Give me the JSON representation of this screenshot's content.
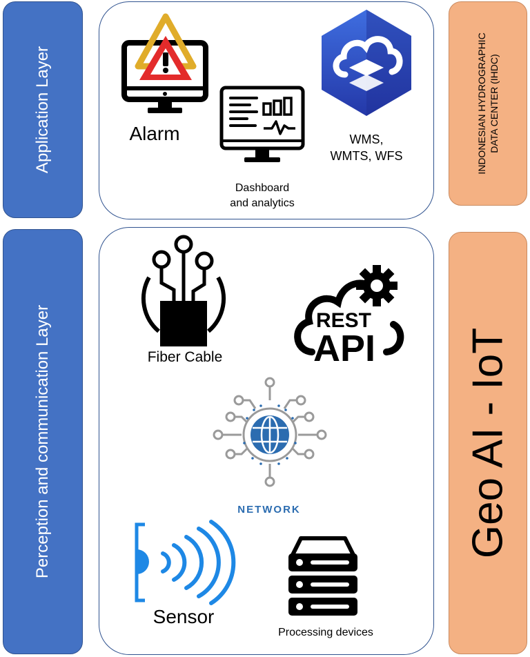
{
  "layers": {
    "application": "Application Layer",
    "perception": "Perception and communication Layer"
  },
  "side": {
    "ihdc_line1": "INDONESIAN HYDROGRAPHIC",
    "ihdc_line2": "DATA CENTER (IHDC)",
    "geo": "Geo AI - IoT"
  },
  "app_items": {
    "alarm": "Alarm",
    "dashboard_line1": "Dashboard",
    "dashboard_line2": "and analytics",
    "wms_line1": "WMS,",
    "wms_line2": "WMTS, WFS"
  },
  "perception_items": {
    "fiber": "Fiber Cable",
    "rest_top": "REST",
    "rest_bottom": "API",
    "network": "NETWORK",
    "sensor": "Sensor",
    "processing": "Processing devices"
  },
  "icons": [
    "monitor-alarm-icon",
    "warning-triangle-icon",
    "dashboard-monitor-icon",
    "cloud-layers-icon",
    "fiber-cable-icon",
    "cloud-gear-icon",
    "network-globe-icon",
    "sensor-waves-icon",
    "server-stack-icon"
  ],
  "colors": {
    "layer_bar": "#4472c4",
    "side_box": "#f4b183",
    "network_blue": "#2b6cb0",
    "sensor_blue": "#1e88e5"
  }
}
